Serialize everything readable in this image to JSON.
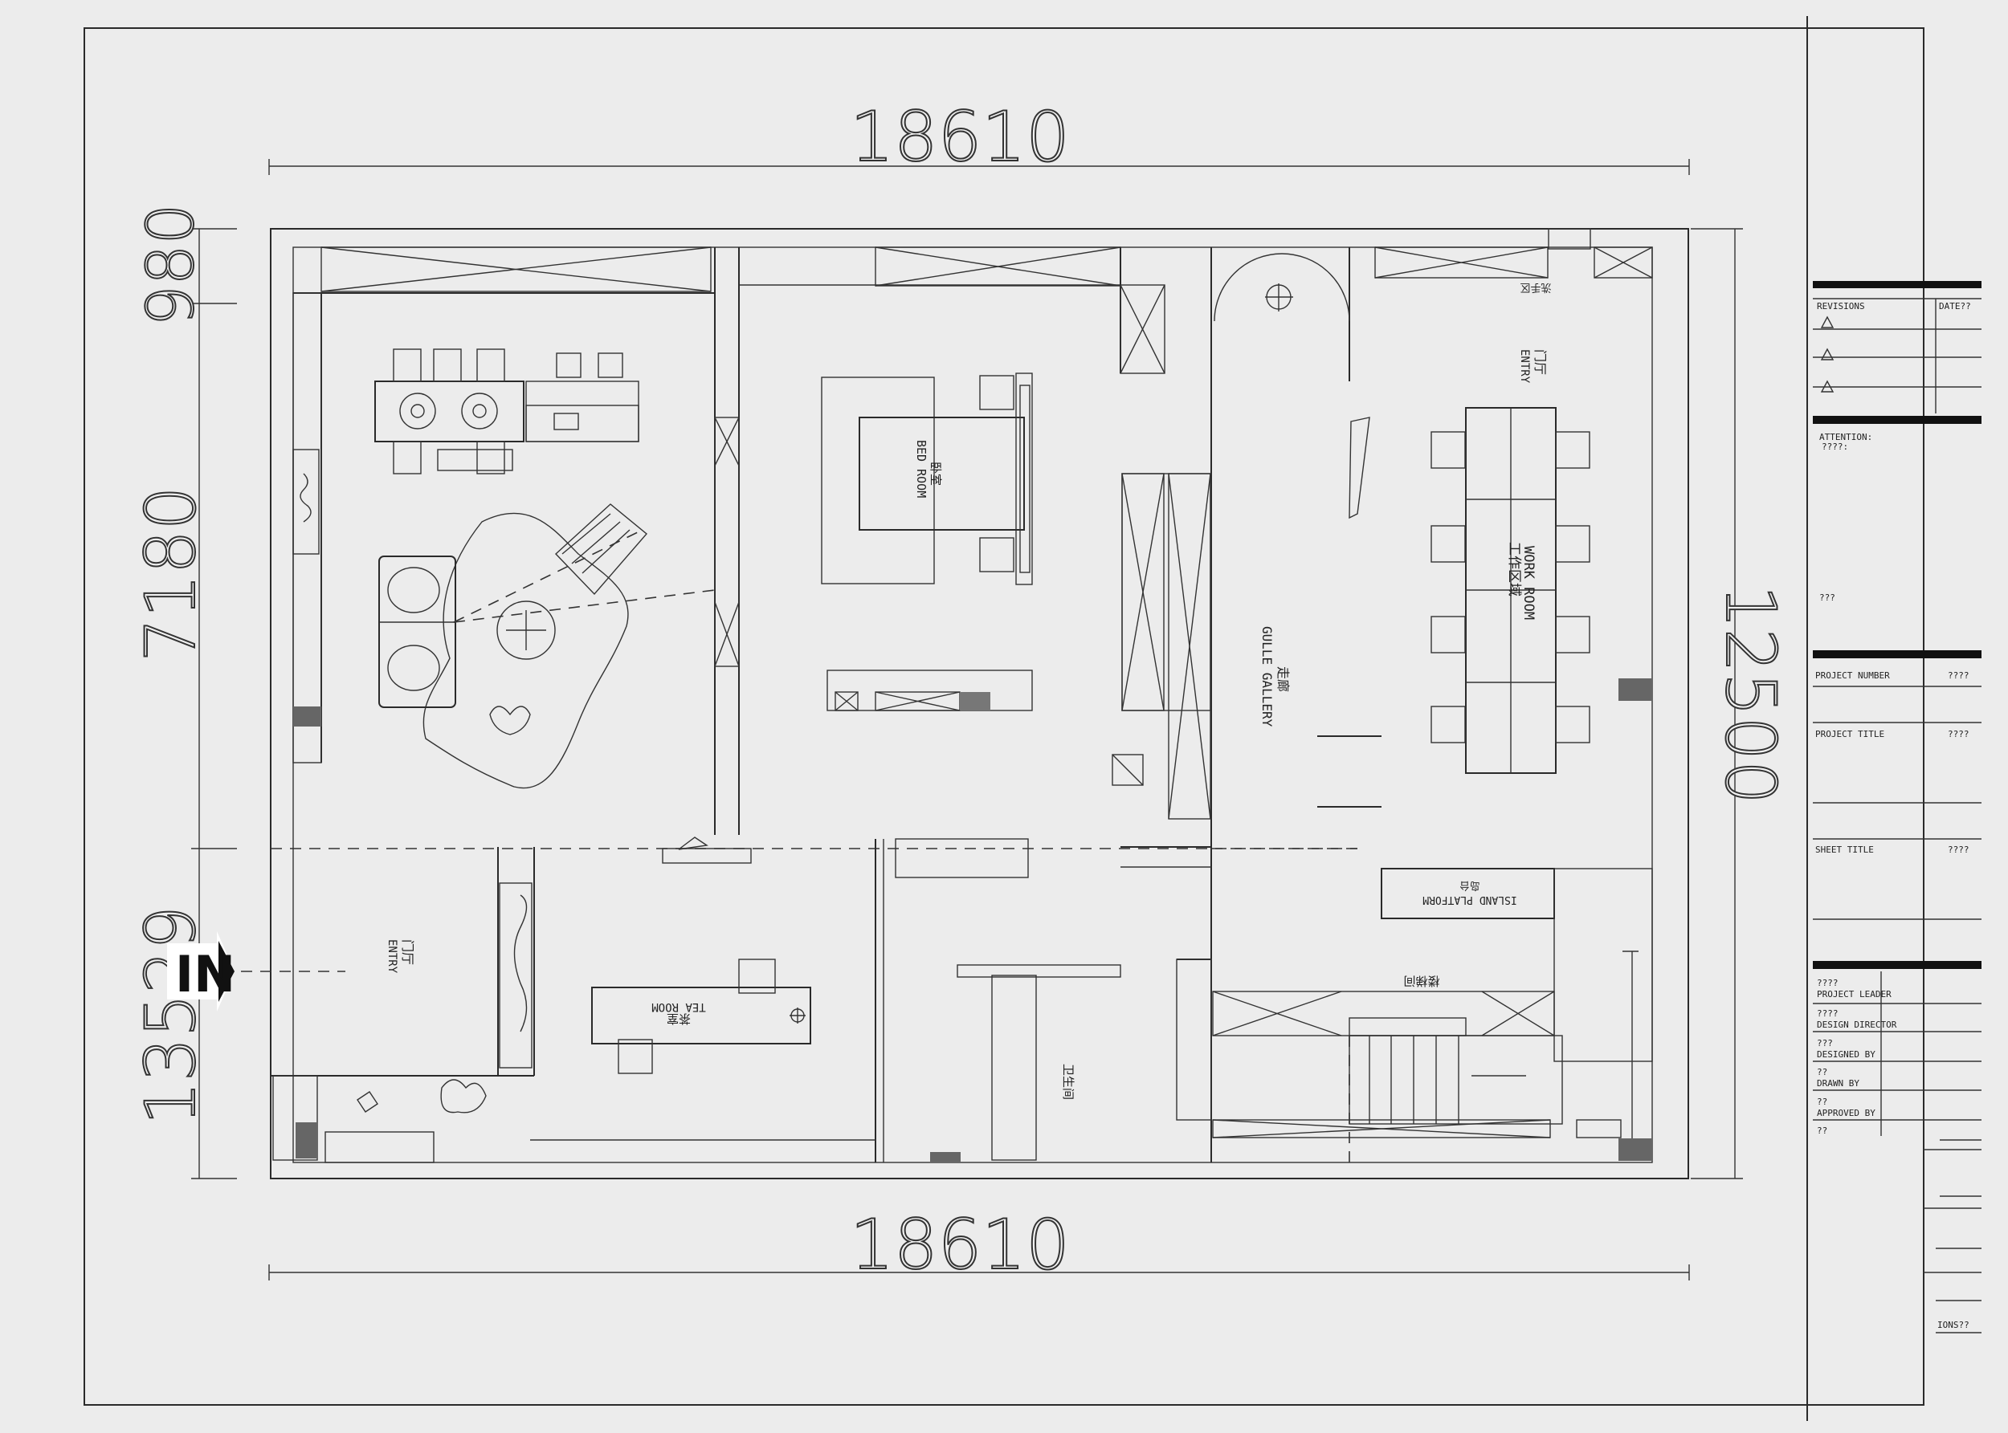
{
  "dimensions": {
    "top": "18610",
    "bottom": "18610",
    "left_upper": "980",
    "left_middle": "7180",
    "left_lower": "13529",
    "right": "12500"
  },
  "entry_marker": "IN",
  "rooms": {
    "bedroom_cn": "卧室",
    "bedroom_en": "BED ROOM",
    "entry_cn": "门厅",
    "entry_en": "ENTRY",
    "tearoom_cn": "茶室",
    "tearoom_en": "TEA ROOM",
    "gallery_cn": "走廊",
    "gallery_en": "GULLE GALLERY",
    "workroom_cn": "工作区域",
    "workroom_en": "WORK ROOM",
    "entry2_cn": "门厅",
    "entry2_en": "ENTRY",
    "island_cn": "岛台",
    "island_en": "ISLAND PLATFORM",
    "bathroom_cn": "卫生间",
    "stair_cn": "楼梯间",
    "top_right_note": "洗手区"
  },
  "title_block": {
    "revisions": "REVISIONS",
    "date": "DATE??",
    "attention": "ATTENTION:",
    "attention_val": "????:",
    "attention_note": "???",
    "project_number": "PROJECT NUMBER",
    "project_number_val": "????",
    "project_title": "PROJECT TITLE",
    "project_title_val": "????",
    "sheet_title": "SHEET TITLE",
    "sheet_title_val": "????",
    "project_leader_val": "????",
    "project_leader": "PROJECT LEADER",
    "design_director_val": "????",
    "design_director": "DESIGN DIRECTOR",
    "designed_by_val": "???",
    "designed_by": "DESIGNED BY",
    "drawn_by_val": "??",
    "drawn_by": "DRAWN BY",
    "approved_by_val": "??",
    "approved_by": "APPROVED BY",
    "last_val": "??",
    "bottom_tag": "IONS??"
  }
}
